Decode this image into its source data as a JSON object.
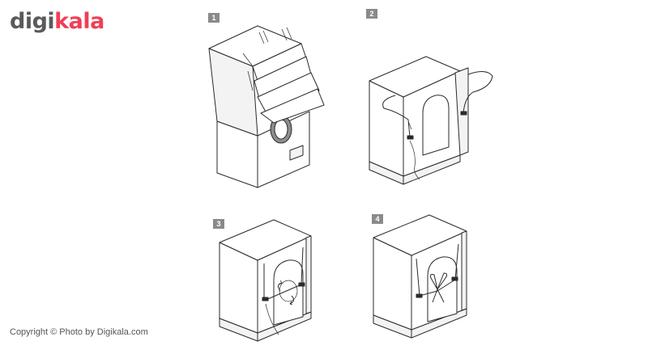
{
  "brand": {
    "logo_part1": "digi",
    "logo_part2": "kala",
    "accent_color": "#ef3f56",
    "gray_color": "#5a5a5a"
  },
  "footer": {
    "copyright": "Copyright ©  Photo by Digikala.com"
  },
  "steps": [
    {
      "number": "1"
    },
    {
      "number": "2"
    },
    {
      "number": "3"
    },
    {
      "number": "4"
    }
  ]
}
